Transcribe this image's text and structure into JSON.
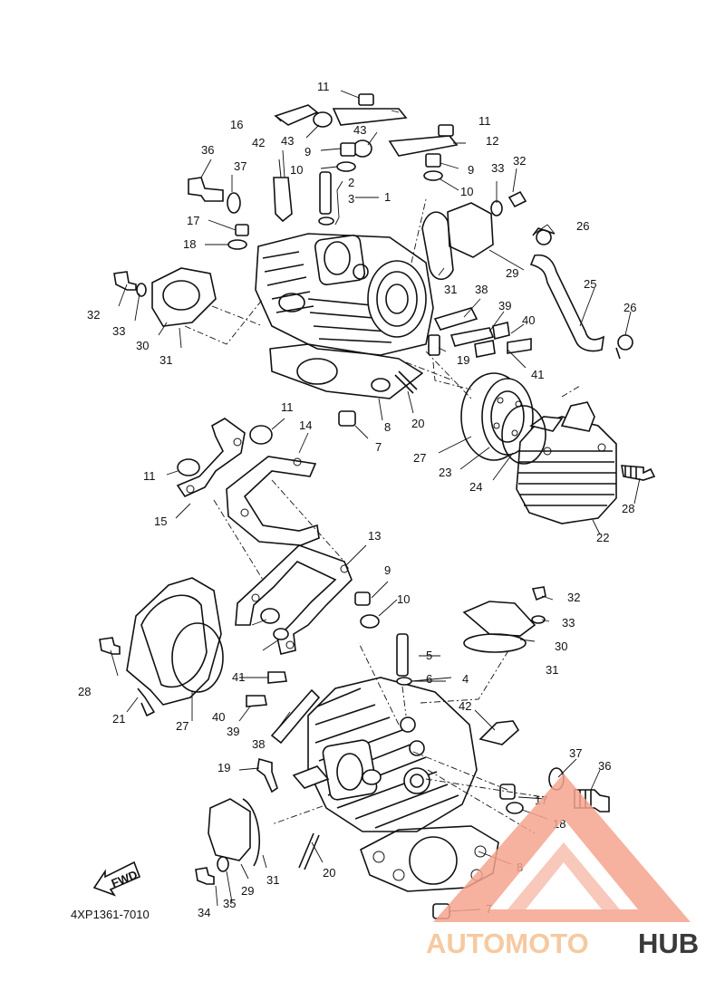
{
  "diagram": {
    "part_code": "4XP1361-7010",
    "fwd_label": "FWD",
    "callouts": [
      "1",
      "2",
      "3",
      "4",
      "5",
      "6",
      "7",
      "7",
      "8",
      "8",
      "9",
      "9",
      "9",
      "10",
      "10",
      "10",
      "11",
      "11",
      "11",
      "11",
      "12",
      "13",
      "14",
      "15",
      "16",
      "17",
      "17",
      "18",
      "18",
      "19",
      "19",
      "20",
      "20",
      "21",
      "22",
      "23",
      "24",
      "25",
      "26",
      "26",
      "27",
      "27",
      "28",
      "28",
      "29",
      "29",
      "30",
      "30",
      "31",
      "31",
      "31",
      "31",
      "32",
      "32",
      "32",
      "33",
      "33",
      "33",
      "34",
      "35",
      "36",
      "36",
      "37",
      "37",
      "38",
      "38",
      "39",
      "39",
      "40",
      "40",
      "41",
      "41",
      "42",
      "42",
      "43",
      "43"
    ]
  },
  "watermark": {
    "text_part1": "AUTOMOTO",
    "text_part2": "HUB",
    "colors": {
      "accent": "#f08a6e",
      "light": "#f6c9a0",
      "dark": "#3a3a3a"
    }
  }
}
